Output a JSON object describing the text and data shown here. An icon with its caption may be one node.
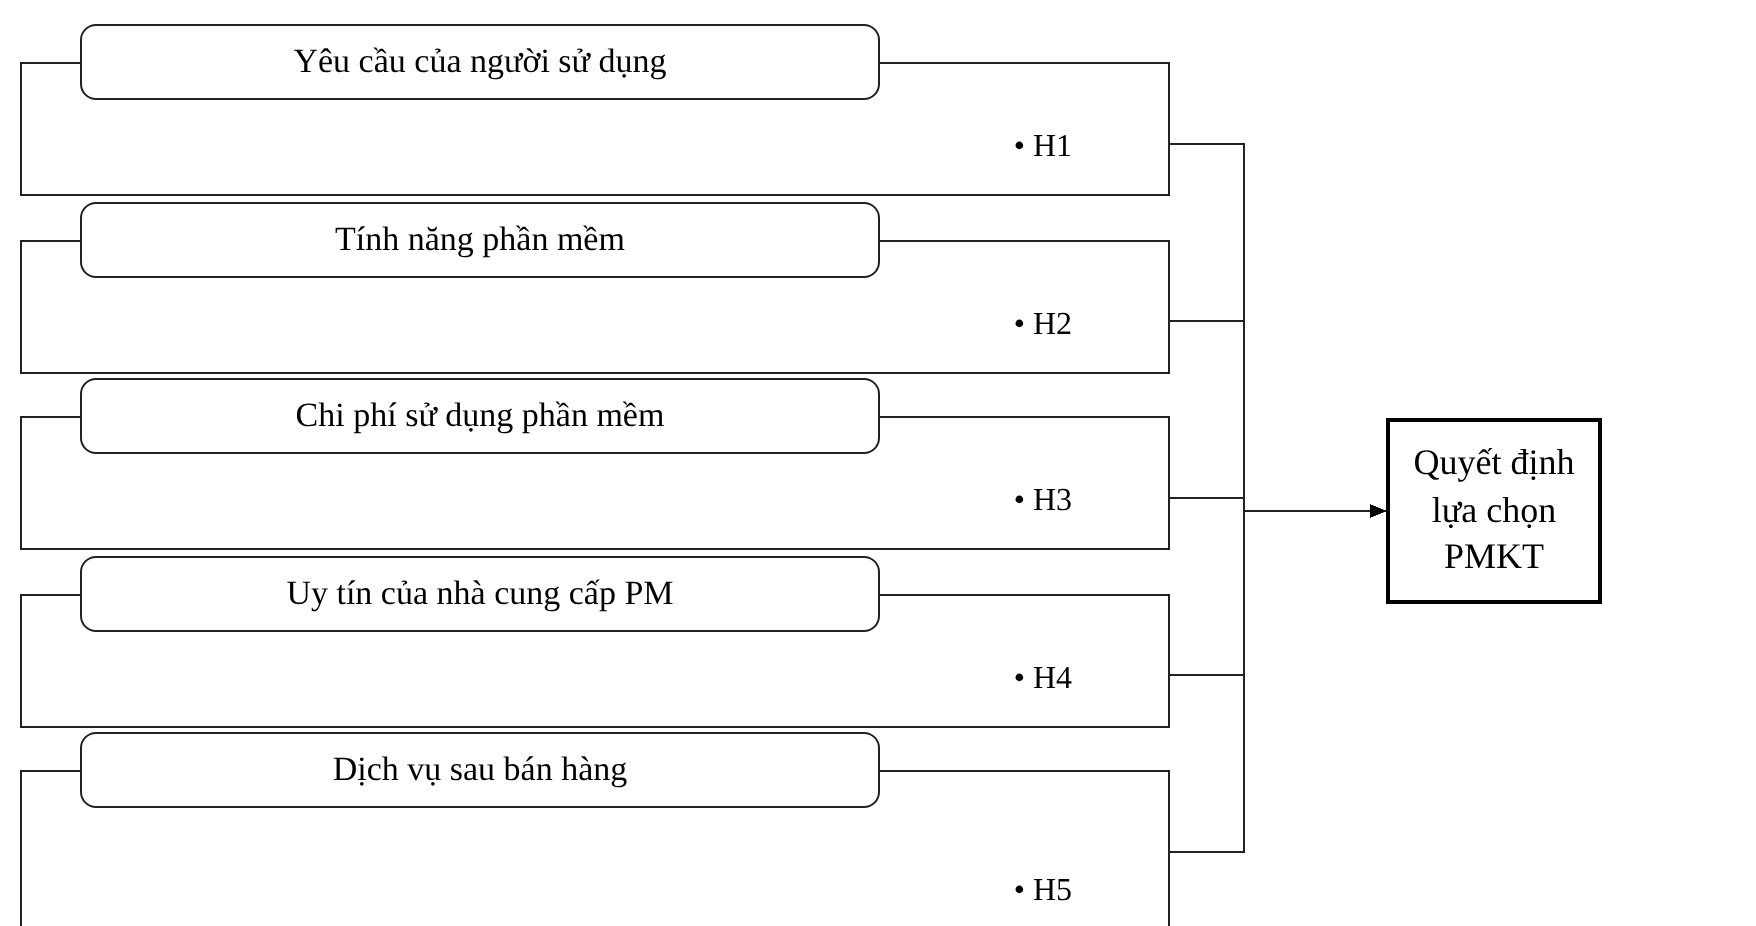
{
  "diagram": {
    "nodes": [
      {
        "text": [
          "Yêu cầu của người sử dụng"
        ]
      },
      {
        "text": [
          "• H1"
        ]
      },
      {
        "text": [
          "Tính năng phần mềm"
        ]
      },
      {
        "text": [
          "• H2"
        ]
      },
      {
        "text": [
          "Chi phí sử dụng phần mềm"
        ]
      },
      {
        "text": [
          "• H3"
        ]
      },
      {
        "text": [
          "Uy tín của nhà cung cấp PM"
        ]
      },
      {
        "text": [
          "• H4"
        ]
      },
      {
        "text": [
          "Dịch vụ sau bán hàng"
        ]
      },
      {
        "text": [
          "• H5"
        ]
      },
      {
        "text": [
          "Quyết định lựa chọn PMKT"
        ]
      }
    ],
    "edges": [
      {
        "from": 1,
        "to": 10,
        "arrow": "to"
      },
      {
        "from": 3,
        "to": 10,
        "arrow": "to"
      },
      {
        "from": 5,
        "to": 10,
        "arrow": "to"
      },
      {
        "from": 7,
        "to": 10,
        "arrow": "to"
      },
      {
        "from": 9,
        "to": 10,
        "arrow": "to"
      }
    ]
  }
}
